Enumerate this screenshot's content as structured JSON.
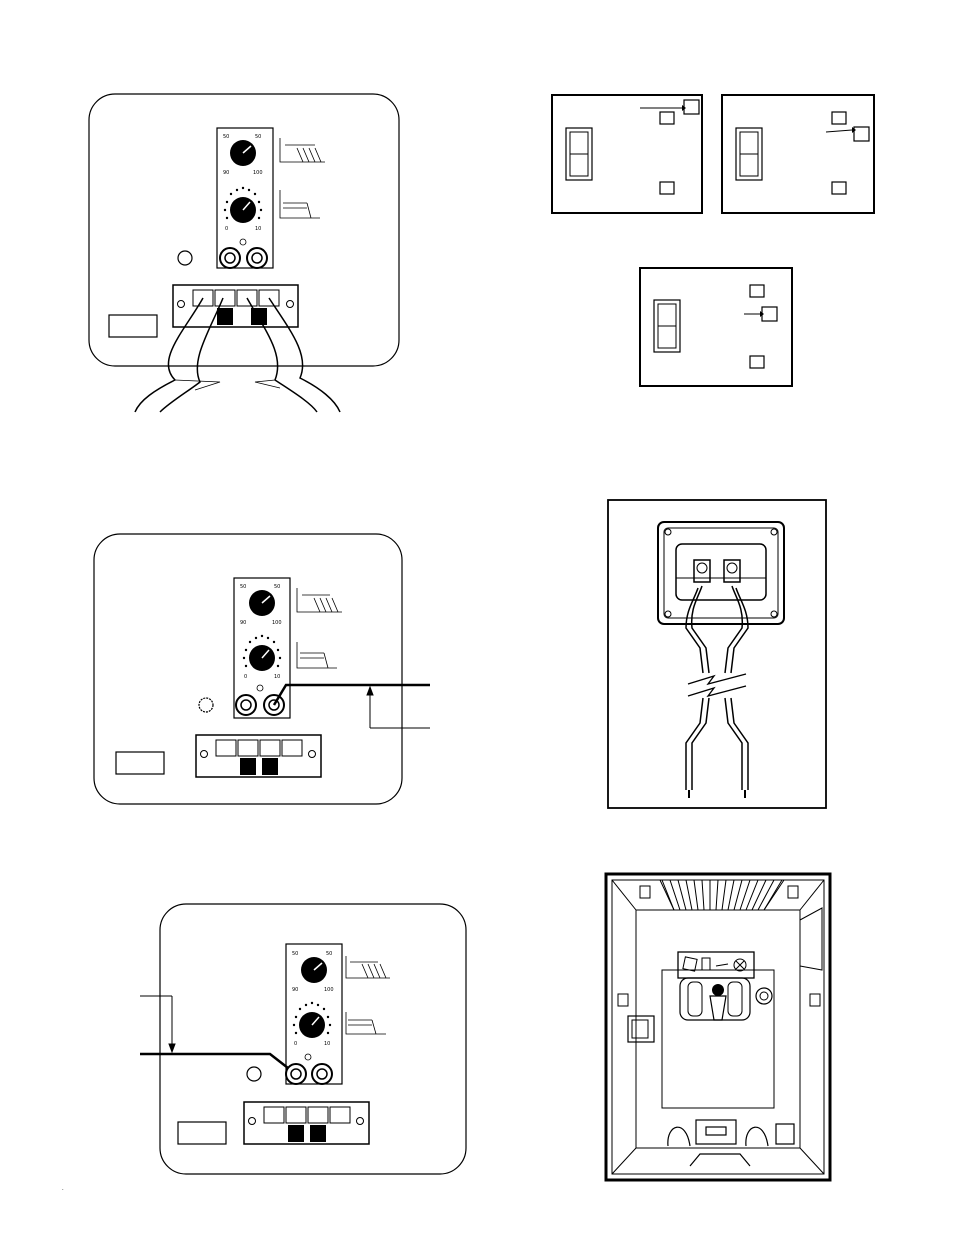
{
  "document": {
    "page_mark": ".",
    "figures": [
      {
        "id": "amp-panel-speaker-wiring",
        "icon": "amplifier-panel-icon"
      },
      {
        "id": "switch-position-diagrams",
        "icon": "switch-diagram-icon"
      },
      {
        "id": "amp-panel-input-left",
        "icon": "amplifier-panel-icon"
      },
      {
        "id": "speaker-terminal-wiring",
        "icon": "speaker-terminal-icon"
      },
      {
        "id": "amp-panel-input-right",
        "icon": "amplifier-panel-icon"
      },
      {
        "id": "cabinet-interior-view",
        "icon": "speaker-cabinet-icon"
      }
    ]
  }
}
